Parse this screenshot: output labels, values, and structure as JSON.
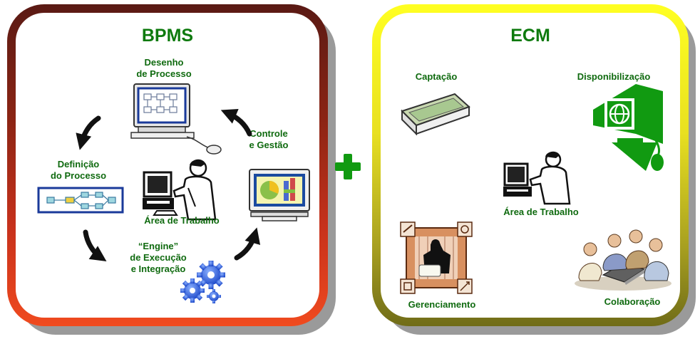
{
  "bpms": {
    "title": "BPMS",
    "design": [
      "Desenho",
      "de Processo"
    ],
    "control": [
      "Controle",
      "e Gestão"
    ],
    "definition": [
      "Definição",
      "do Processo"
    ],
    "workspace": "Área de Trabalho",
    "engine": [
      "“Engine”",
      "de Execução",
      "e Integração"
    ]
  },
  "ecm": {
    "title": "ECM",
    "capture": "Captação",
    "availability": "Disponibilização",
    "workspace": "Área de Trabalho",
    "management": "Gerenciamento",
    "collaboration": "Colaboração"
  },
  "colors": {
    "label_green": "#0f6a0f",
    "title_green": "#0e7a0e",
    "plus_green": "#119a11",
    "bpms_border": "#c8321c",
    "ecm_border": "#e8e020"
  }
}
